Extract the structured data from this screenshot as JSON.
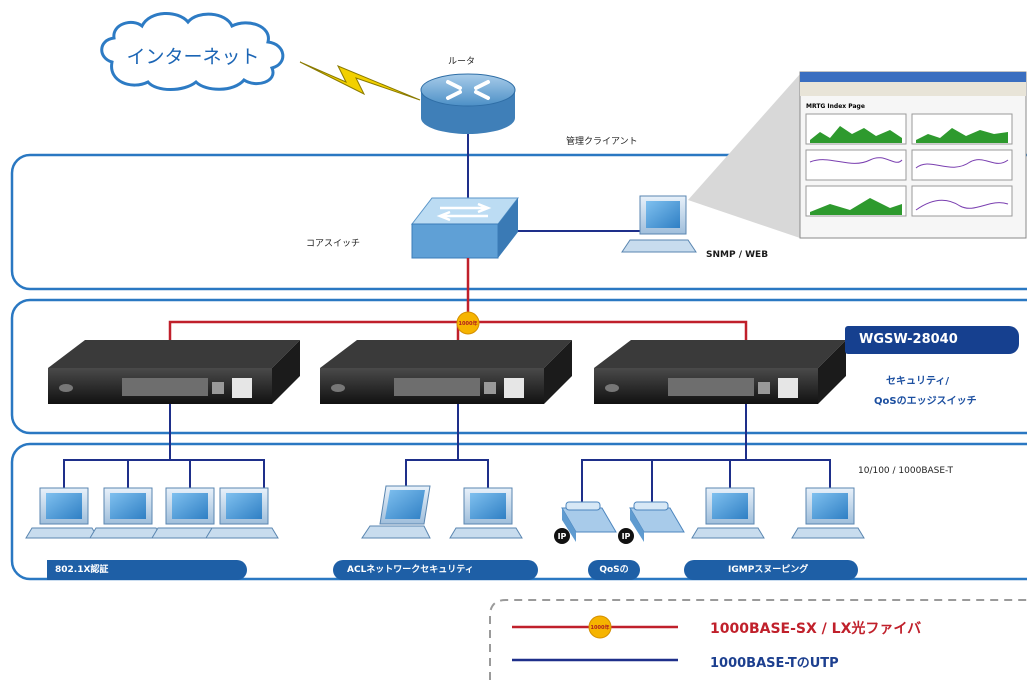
{
  "labels": {
    "internet": "インターネット",
    "router": "ルータ",
    "management_client": "管理クライアント",
    "core_switch": "コアスイッチ",
    "snmp_web": "SNMP / WEB",
    "model": "WGSW-28040",
    "edge_line1": "セキュリティ/",
    "edge_line2": "QoSのエッジスイッチ",
    "ethernet_speed": "10/100 / 1000BASE-T",
    "fiber_badge": "1000年"
  },
  "screenshot": {
    "title": "MRTG Index Page"
  },
  "features": [
    "802.1X認証",
    "ACLネットワークセキュリティ",
    "QoSの",
    "IGMPスヌーピング"
  ],
  "ip_phone_badge": "IP",
  "legend": {
    "fiber": "1000BASE-SX / LX光ファイバ",
    "utp": "1000BASE-TのUTP",
    "fiber_badge": "1000年"
  },
  "colors": {
    "fiber_line": "#c0202b",
    "utp_line": "#1e2f8a",
    "zone_border": "#2a78c2",
    "model_bg": "#16408f",
    "pill_bg": "#1e5fa6",
    "badge": "#f6b400"
  }
}
